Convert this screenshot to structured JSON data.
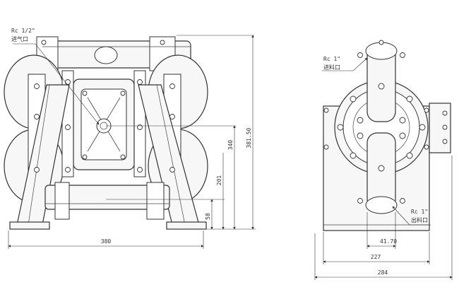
{
  "front_view": {
    "callout_air": {
      "line1": "Rc 1/2\"",
      "line2": "进气口"
    },
    "dim_width": "380",
    "dim_height_total": "381.50",
    "dim_height_340": "340",
    "dim_height_201": "201",
    "dim_height_58": "58"
  },
  "side_view": {
    "callout_inlet": {
      "line1": "Rc 1\"",
      "line2": "进料口"
    },
    "callout_outlet": {
      "line1": "Rc 1\"",
      "line2": "出料口"
    },
    "dim_41_70": "41.70",
    "dim_227": "227",
    "dim_284": "284"
  }
}
